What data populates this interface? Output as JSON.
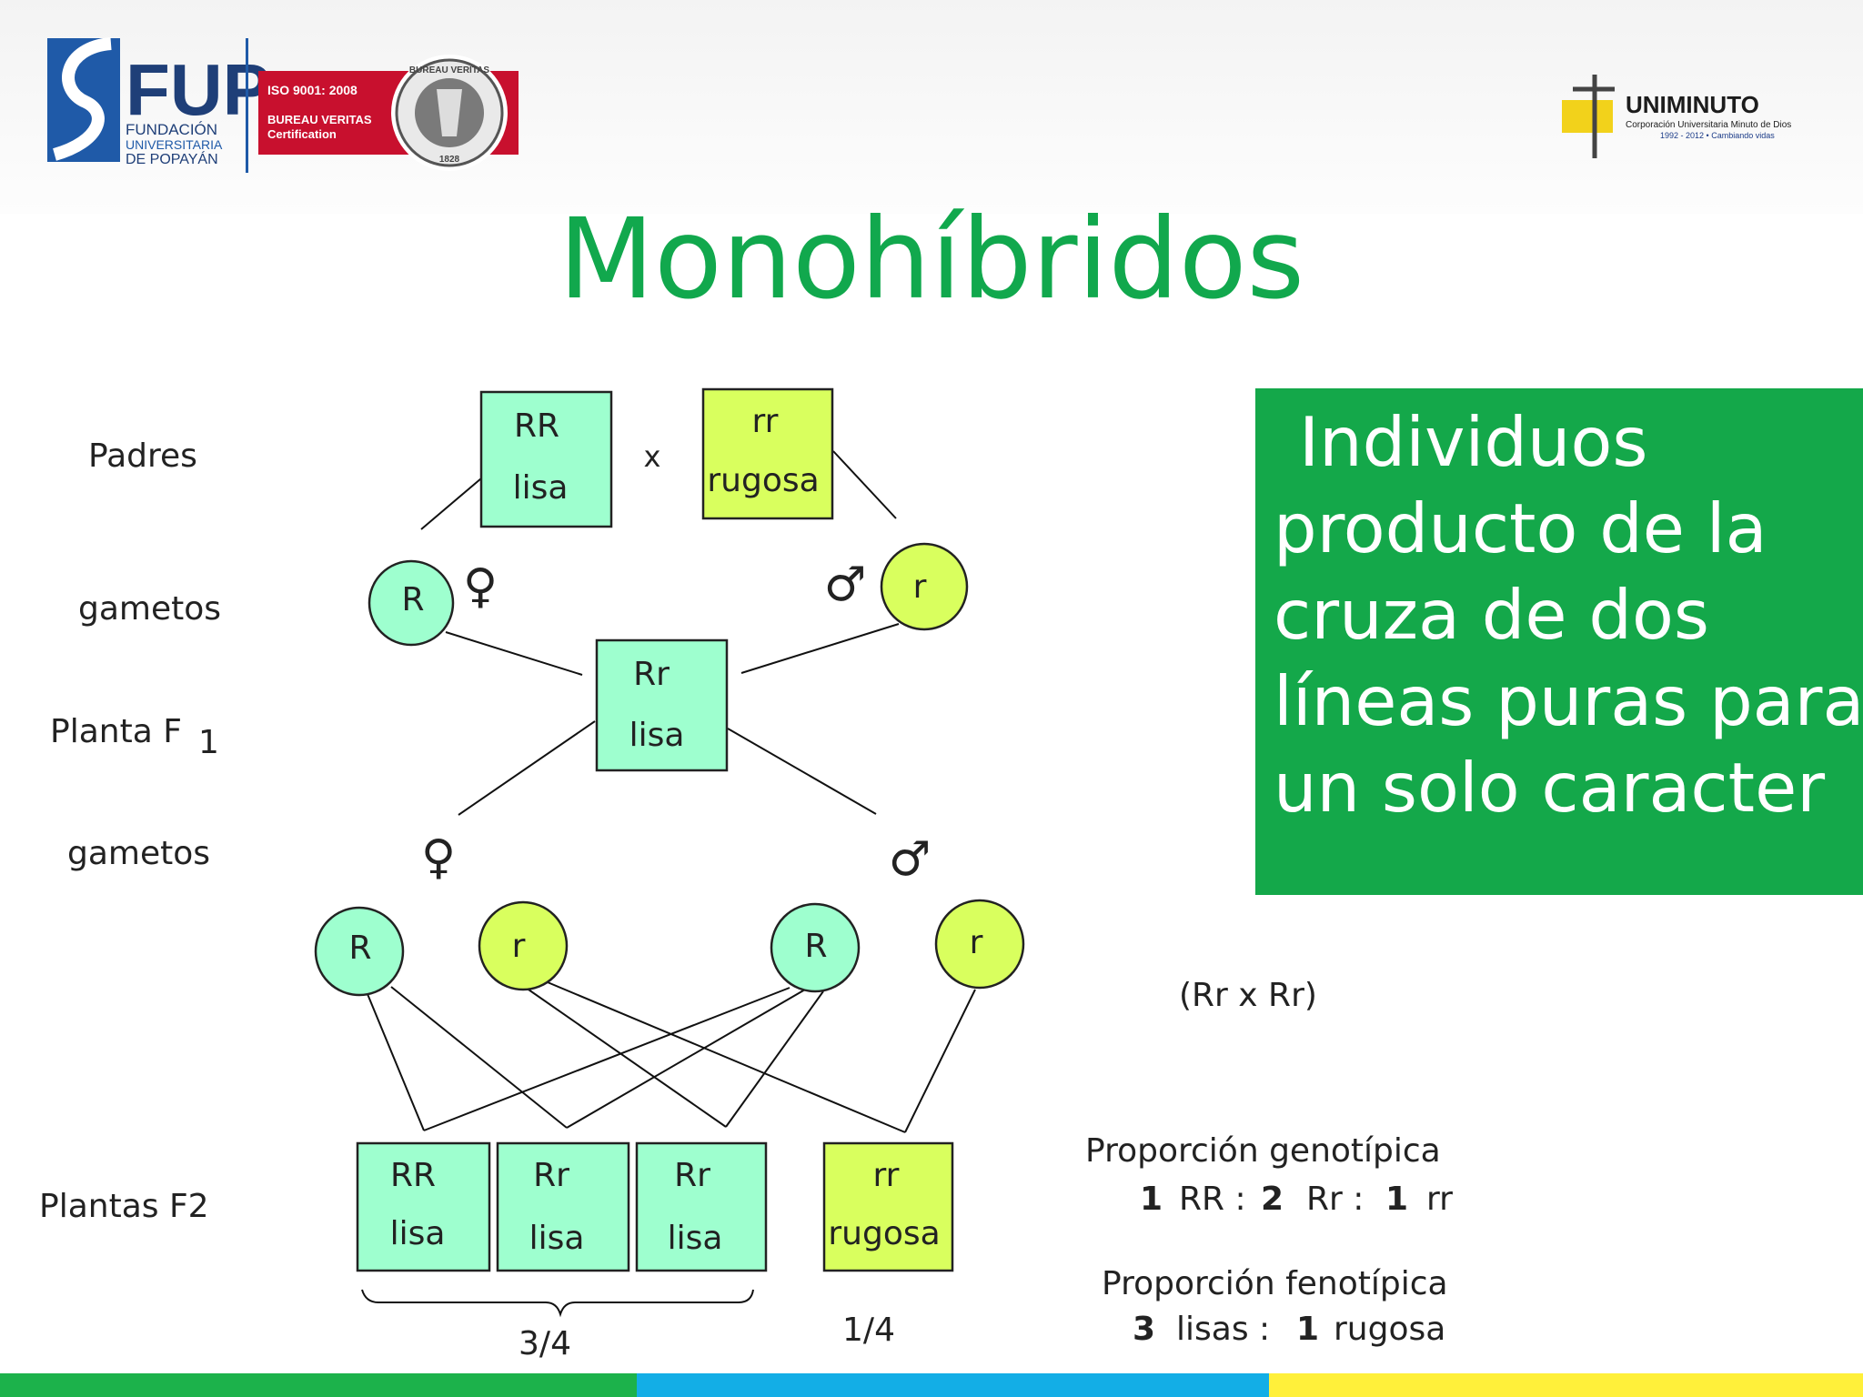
{
  "logos": {
    "fup_letters": "FUP",
    "fup_line1": "FUNDACIÓN",
    "fup_line2": "UNIVERSITARIA",
    "fup_line3": "DE POPAYÁN",
    "iso_line1": "ISO 9001: 2008",
    "iso_line2": "BUREAU VERITAS",
    "iso_line3": "Certification",
    "seal_top": "BUREAU VERITAS",
    "seal_year": "1828",
    "uni_name": "UNIMINUTO",
    "uni_line1": "Corporación Universitaria Minuto de Dios",
    "uni_line2": "1992 - 2012  •  Cambiando vidas"
  },
  "title": "Monohíbridos",
  "definition": {
    "lines": [
      "Individuos",
      "producto de la",
      "cruza de dos",
      "líneas puras para",
      "un solo caracter"
    ]
  },
  "diagram": {
    "row_labels": {
      "padres": "Padres",
      "gametos1": "gametos",
      "f1_main": "Planta F",
      "f1_sub": "1",
      "gametos2": "gametos",
      "f2": "Plantas F2"
    },
    "symbols": {
      "female": "♀",
      "male": "♂"
    },
    "parents": {
      "left": {
        "genotype": "RR",
        "phenotype": "lisa"
      },
      "cross": "x",
      "right": {
        "genotype": "rr",
        "phenotype": "rugosa"
      }
    },
    "gametes1": [
      "R",
      "r"
    ],
    "f1": {
      "genotype": "Rr",
      "phenotype": "lisa"
    },
    "gametes2": [
      "R",
      "r",
      "R",
      "r"
    ],
    "f2": [
      {
        "genotype": "RR",
        "phenotype": "lisa"
      },
      {
        "genotype": "Rr",
        "phenotype": "lisa"
      },
      {
        "genotype": "Rr",
        "phenotype": "lisa"
      },
      {
        "genotype": "rr",
        "phenotype": "rugosa"
      }
    ],
    "fractions": {
      "dominant": "3/4",
      "recessive": "1/4"
    },
    "cross_note": "(Rr x Rr)",
    "genotypic": {
      "label": "Proporción genotípica",
      "n1": "1",
      "t1": "RR :",
      "n2": "2",
      "t2": "Rr :",
      "n3": "1",
      "t3": "rr"
    },
    "phenotypic": {
      "label": "Proporción fenotípica",
      "n1": "3",
      "t1": "lisas :",
      "n2": "1",
      "t2": "rugosa"
    }
  },
  "colors": {
    "title_green": "#11a84d",
    "box_green": "#14a84a",
    "dominant_fill": "#9effcf",
    "recessive_fill": "#d9ff5e",
    "fup_blue": "#1f5aa8",
    "iso_red": "#c8102e",
    "bar_green": "#1cb24b",
    "bar_blue": "#13aee6",
    "bar_yellow": "#fff03a"
  }
}
